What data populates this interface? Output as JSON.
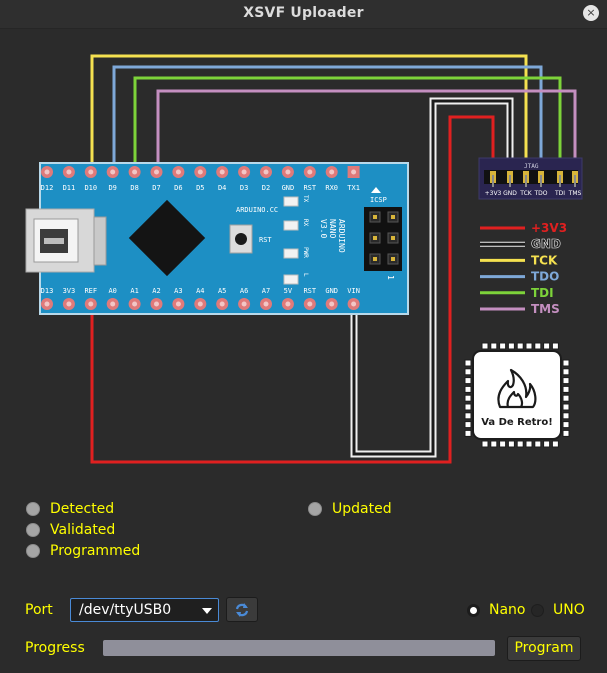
{
  "window": {
    "title": "XSVF Uploader",
    "close_glyph": "×"
  },
  "board": {
    "top_pins": [
      "D12",
      "D11",
      "D10",
      "D9",
      "D8",
      "D7",
      "D6",
      "D5",
      "D4",
      "D3",
      "D2",
      "GND",
      "RST",
      "RX0",
      "TX1"
    ],
    "bottom_pins": [
      "D13",
      "3V3",
      "REF",
      "A0",
      "A1",
      "A2",
      "A3",
      "A4",
      "A5",
      "A6",
      "A7",
      "5V",
      "RST",
      "GND",
      "VIN"
    ],
    "leds": [
      "TX",
      "RX",
      "PWR",
      "L"
    ],
    "name_lines": [
      "ARDUINO",
      "NANO",
      "V3.0"
    ],
    "site": "ARDUINO.CC",
    "rst_label": "RST",
    "icsp_label": "ICSP",
    "icsp_number": "1",
    "color": "#1d8fc4"
  },
  "jtag": {
    "header_label": "JTAG",
    "pins": [
      "+3V3",
      "GND",
      "TCK",
      "TDO",
      "TDI",
      "TMS"
    ]
  },
  "legend": [
    {
      "label": "+3V3",
      "color": "#e02020"
    },
    {
      "label": "GND",
      "color": "#1a1a1a"
    },
    {
      "label": "TCK",
      "color": "#f5e150"
    },
    {
      "label": "TDO",
      "color": "#7ea8d8"
    },
    {
      "label": "TDI",
      "color": "#7dd33a"
    },
    {
      "label": "TMS",
      "color": "#c48fc0"
    }
  ],
  "logo": {
    "line": "Va De Retro!"
  },
  "status": {
    "detected": "Detected",
    "validated": "Validated",
    "programmed": "Programmed",
    "updated": "Updated",
    "led_off_color": "#a5a5a5"
  },
  "port": {
    "label": "Port",
    "value": "/dev/ttyUSB0",
    "refresh_icon": "refresh-icon"
  },
  "board_select": {
    "nano": "Nano",
    "uno": "UNO",
    "selected": "Nano"
  },
  "progress": {
    "label": "Progress",
    "value": 0
  },
  "program_button": "Program",
  "colors": {
    "accent": "#4a8ad6",
    "label_text": "#ffff00",
    "background": "#2b2b2b"
  }
}
